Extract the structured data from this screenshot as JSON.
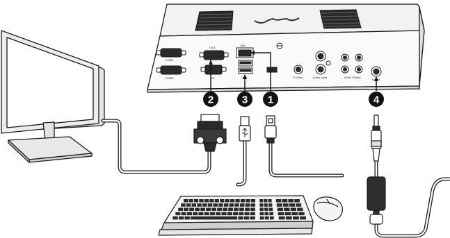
{
  "device": {
    "brand": "",
    "port_labels": {
      "com1": "COM1",
      "com2": "COM2",
      "vga": "VGA",
      "lan": "LAN",
      "usb": "USB",
      "dp": "DP",
      "svideo": "S-Video",
      "audio_input": "Audio Input",
      "audio_output": "Audio Output",
      "dc_in": "DC IN"
    }
  },
  "callouts": [
    {
      "number": "1",
      "target": "lan"
    },
    {
      "number": "2",
      "target": "vga"
    },
    {
      "number": "3",
      "target": "usb"
    },
    {
      "number": "4",
      "target": "dc_in"
    }
  ],
  "colors": {
    "line": "#1a1a1a",
    "badge": "#111111",
    "bezel": "#dcdcdc"
  }
}
